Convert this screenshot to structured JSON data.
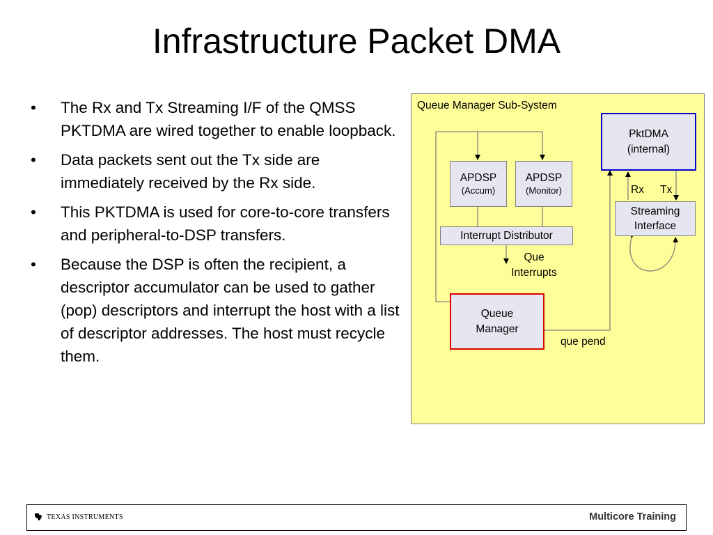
{
  "title": "Infrastructure Packet DMA",
  "bullets": [
    "The Rx and Tx Streaming I/F of the QMSS PKTDMA are wired together to enable loopback.",
    "Data packets sent out the Tx side are immediately received by the Rx side.",
    "This PKTDMA is used for core-to-core transfers and peripheral-to-DSP transfers.",
    "Because the DSP is often the recipient, a descriptor accumulator can be used to gather (pop) descriptors and interrupt the host with a list of descriptor addresses. The host must recycle them."
  ],
  "diagram": {
    "container_label": "Queue Manager Sub-System",
    "pktdma": {
      "line1": "PktDMA",
      "line2": "(internal)"
    },
    "apdsp_accum": {
      "name": "APDSP",
      "sub": "(Accum)"
    },
    "apdsp_monitor": {
      "name": "APDSP",
      "sub": "(Monitor)"
    },
    "interrupt_distributor": "Interrupt Distributor",
    "que_interrupts": {
      "line1": "Que",
      "line2": "Interrupts"
    },
    "queue_manager": {
      "line1": "Queue",
      "line2": "Manager"
    },
    "que_pend": "que pend",
    "rx": "Rx",
    "tx": "Tx",
    "streaming_interface": {
      "line1": "Streaming",
      "line2": "Interface"
    },
    "colors": {
      "background": "#ffff99",
      "box_fill": "#e6e6f0",
      "pktdma_border": "#0000cc",
      "queue_manager_border": "#e00000",
      "lines": "#808080"
    }
  },
  "footer": {
    "brand": "Texas Instruments",
    "right_text": "Multicore Training"
  }
}
